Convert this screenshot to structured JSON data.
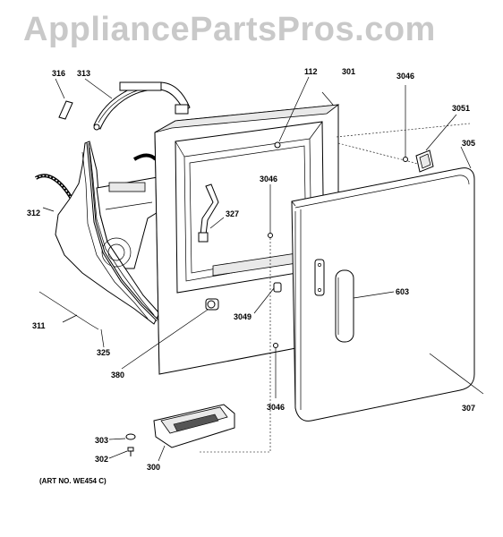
{
  "watermark": {
    "text": "AppliancePartsPros.com"
  },
  "art_number": "(ART NO. WE454 C)",
  "labels": {
    "p316": "316",
    "p313": "313",
    "p312": "312",
    "p311": "311",
    "p325": "325",
    "p380": "380",
    "p327": "327",
    "p112": "112",
    "p301": "301",
    "p3046a": "3046",
    "p3046b": "3046",
    "p3046c": "3046",
    "p3051": "3051",
    "p305": "305",
    "p603": "603",
    "p3049": "3049",
    "p307": "307",
    "p303": "303",
    "p302": "302",
    "p300": "300"
  }
}
